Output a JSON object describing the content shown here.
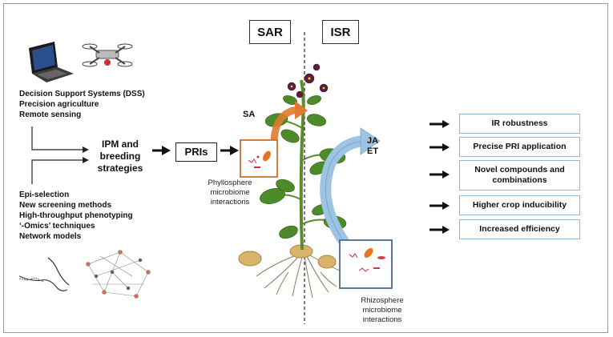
{
  "tools_list": [
    "Decision Support Systems (DSS)",
    "Precision agriculture",
    "Remote sensing"
  ],
  "methods_list": [
    "Epi-selection",
    "New screening methods",
    "High-throughput phenotyping",
    "‘-Omics’ techniques",
    "Network models"
  ],
  "center_box": {
    "line1": "IPM and",
    "line2": "breeding",
    "line3": "strategies"
  },
  "pri_label": "PRIs",
  "sar_label": "SAR",
  "isr_label": "ISR",
  "sa_label": "SA",
  "ja_label": "JA",
  "et_label": "ET",
  "phyllosphere_caption": {
    "line1": "Phyllosphere",
    "line2": "microbiome",
    "line3": "interactions"
  },
  "rhizosphere_caption": {
    "line1": "Rhizosphere",
    "line2": "microbiome",
    "line3": "interactions"
  },
  "outcomes": [
    {
      "line1": "IR robustness",
      "line2": ""
    },
    {
      "line1": "Precise PRI application",
      "line2": ""
    },
    {
      "line1": "Novel compounds and",
      "line2": "combinations"
    },
    {
      "line1": "Higher crop inducibility",
      "line2": ""
    },
    {
      "line1": "Increased efficiency",
      "line2": ""
    }
  ],
  "colors": {
    "sa_arrow": "#e07a2e",
    "isr_arrow": "#9ec3e3",
    "outcome_border": "#8fb8d8",
    "phyllo_box": "#c9732a",
    "rhizo_box": "#4a6a8a"
  },
  "icons": [
    "laptop-icon",
    "drone-icon",
    "network-graph-icon",
    "line-graph-icon",
    "plant-icon"
  ]
}
